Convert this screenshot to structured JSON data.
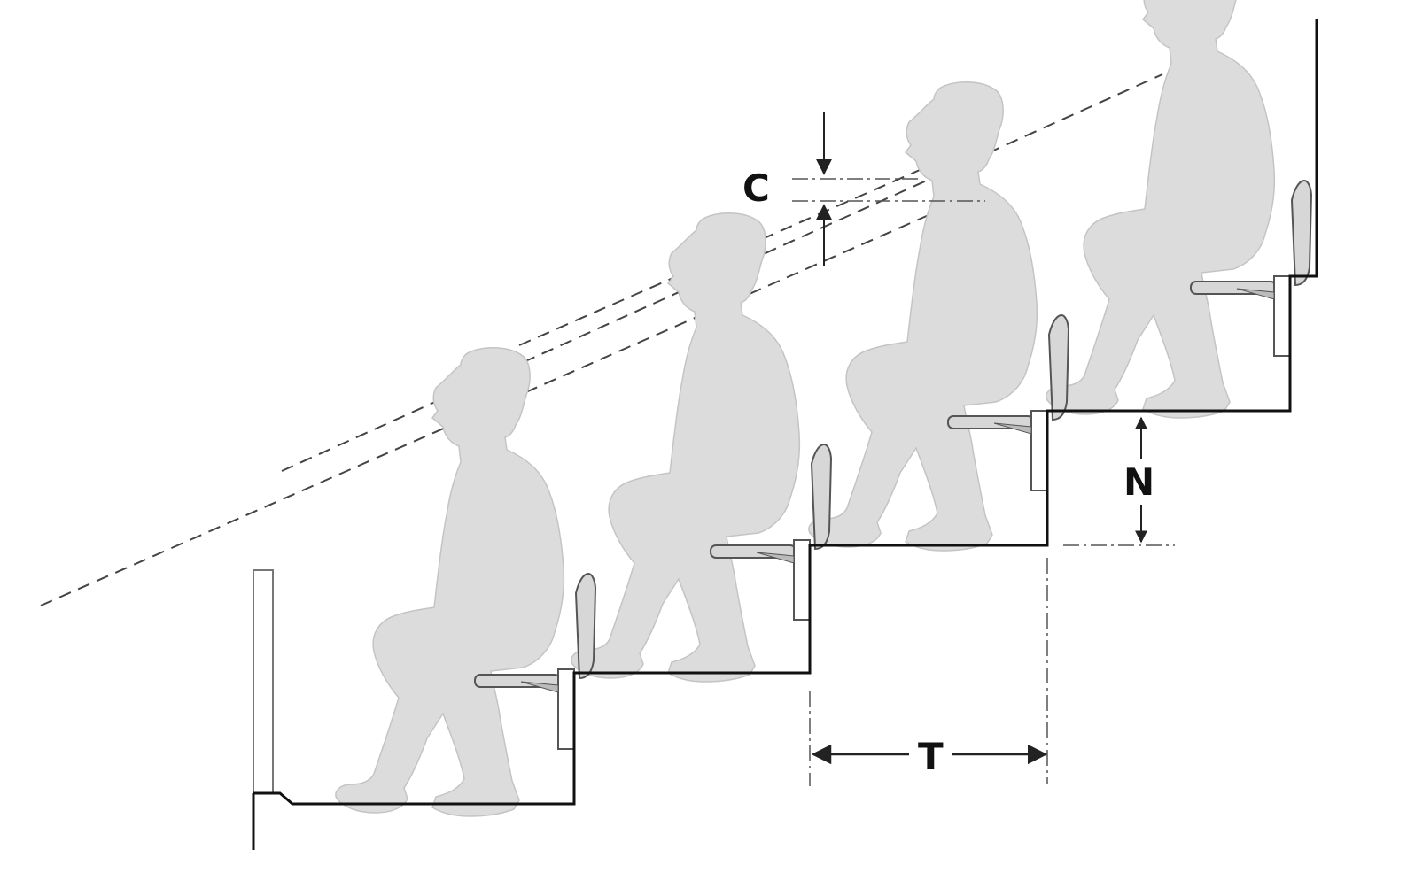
{
  "diagram": {
    "labels": {
      "clearance": "C",
      "tread_depth": "T",
      "riser_height": "N"
    },
    "colors": {
      "line": "#111111",
      "figure_fill": "#dcdcdc",
      "figure_stroke": "#c4c4c4",
      "seat_fill": "#d7d7d7",
      "seat_stroke": "#555555",
      "dashed_sightline": "#444444",
      "dimension_line": "#333333"
    },
    "seated_figure_count": 4
  }
}
